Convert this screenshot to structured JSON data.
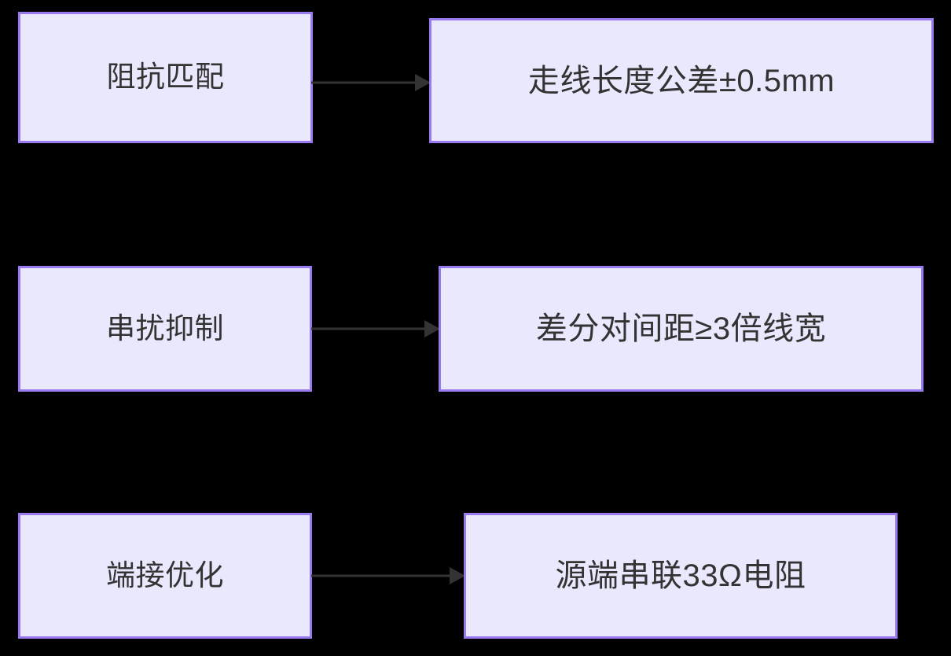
{
  "diagram": {
    "type": "flowchart",
    "direction": "left-to-right",
    "background_color": "#000000",
    "node_fill_color": "#e9e8fd",
    "node_border_color": "#9a7bef",
    "node_text_color": "#333333",
    "edge_color": "#333333",
    "rows": [
      {
        "id": "row-1",
        "source": {
          "label": "阻抗匹配"
        },
        "target": {
          "label": "走线长度公差±0.5mm"
        },
        "edge": {
          "label": "",
          "arrowhead": "filled-triangle"
        }
      },
      {
        "id": "row-2",
        "source": {
          "label": "串扰抑制"
        },
        "target": {
          "label": "差分对间距≥3倍线宽"
        },
        "edge": {
          "label": "",
          "arrowhead": "filled-triangle"
        }
      },
      {
        "id": "row-3",
        "source": {
          "label": "端接优化"
        },
        "target": {
          "label": "源端串联33Ω电阻"
        },
        "edge": {
          "label": "",
          "arrowhead": "filled-triangle"
        }
      }
    ]
  }
}
